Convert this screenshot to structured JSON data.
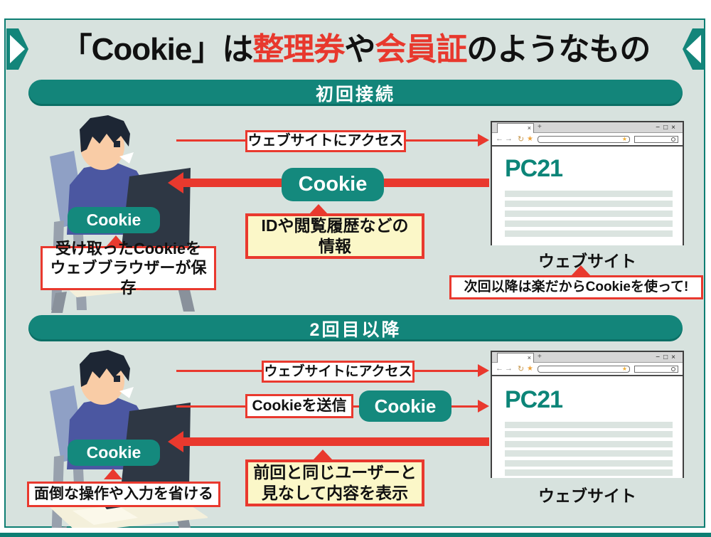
{
  "title": {
    "prefix": "「Cookie」は",
    "highlight1": "整理券",
    "middle": "や",
    "highlight2": "会員証",
    "suffix": "のようなもの"
  },
  "colors": {
    "teal": "#13857a",
    "red": "#e9392e",
    "yellow": "#fbf7c8",
    "background": "#d7e2de"
  },
  "browser_chrome": {
    "tab_close": "×",
    "new_tab": "+",
    "minimize": "−",
    "maximize": "□",
    "close": "×",
    "back": "←",
    "forward": "→",
    "refresh": "↻",
    "bookmark": "★",
    "addr_star": "★"
  },
  "sections": [
    {
      "header": "初回接続",
      "access_label": "ウェブサイトにアクセス",
      "cookie_badge": "Cookie",
      "info_note": {
        "line1": "IDや閲覧履歴などの",
        "line2": "情報"
      },
      "person_cookie": "Cookie",
      "person_note": {
        "line1": "受け取ったCookieを",
        "line2": "ウェブブラウザーが保存"
      },
      "site_label": "ウェブサイト",
      "site_note": "次回以降は楽だからCookieを使って!",
      "browser": {
        "title": "PC21"
      }
    },
    {
      "header": "2回目以降",
      "access_label": "ウェブサイトにアクセス",
      "send_label": "Cookieを送信",
      "cookie_badge": "Cookie",
      "info_note": {
        "line1": "前回と同じユーザーと",
        "line2": "見なして内容を表示"
      },
      "person_cookie": "Cookie",
      "person_note": {
        "line1": "面倒な操作や入力を省ける"
      },
      "site_label": "ウェブサイト",
      "browser": {
        "title": "PC21"
      }
    }
  ]
}
